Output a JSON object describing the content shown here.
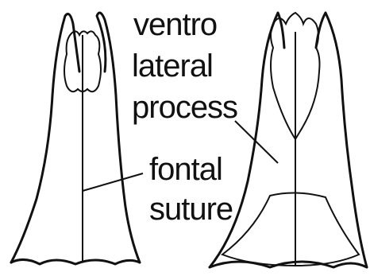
{
  "labels": {
    "ventro_line1": "ventro",
    "ventro_line2": "lateral",
    "ventro_line3": "process",
    "fontal_line1": "fontal",
    "fontal_line2": "suture"
  },
  "colors": {
    "ink": "#111111",
    "background": "#ffffff"
  }
}
